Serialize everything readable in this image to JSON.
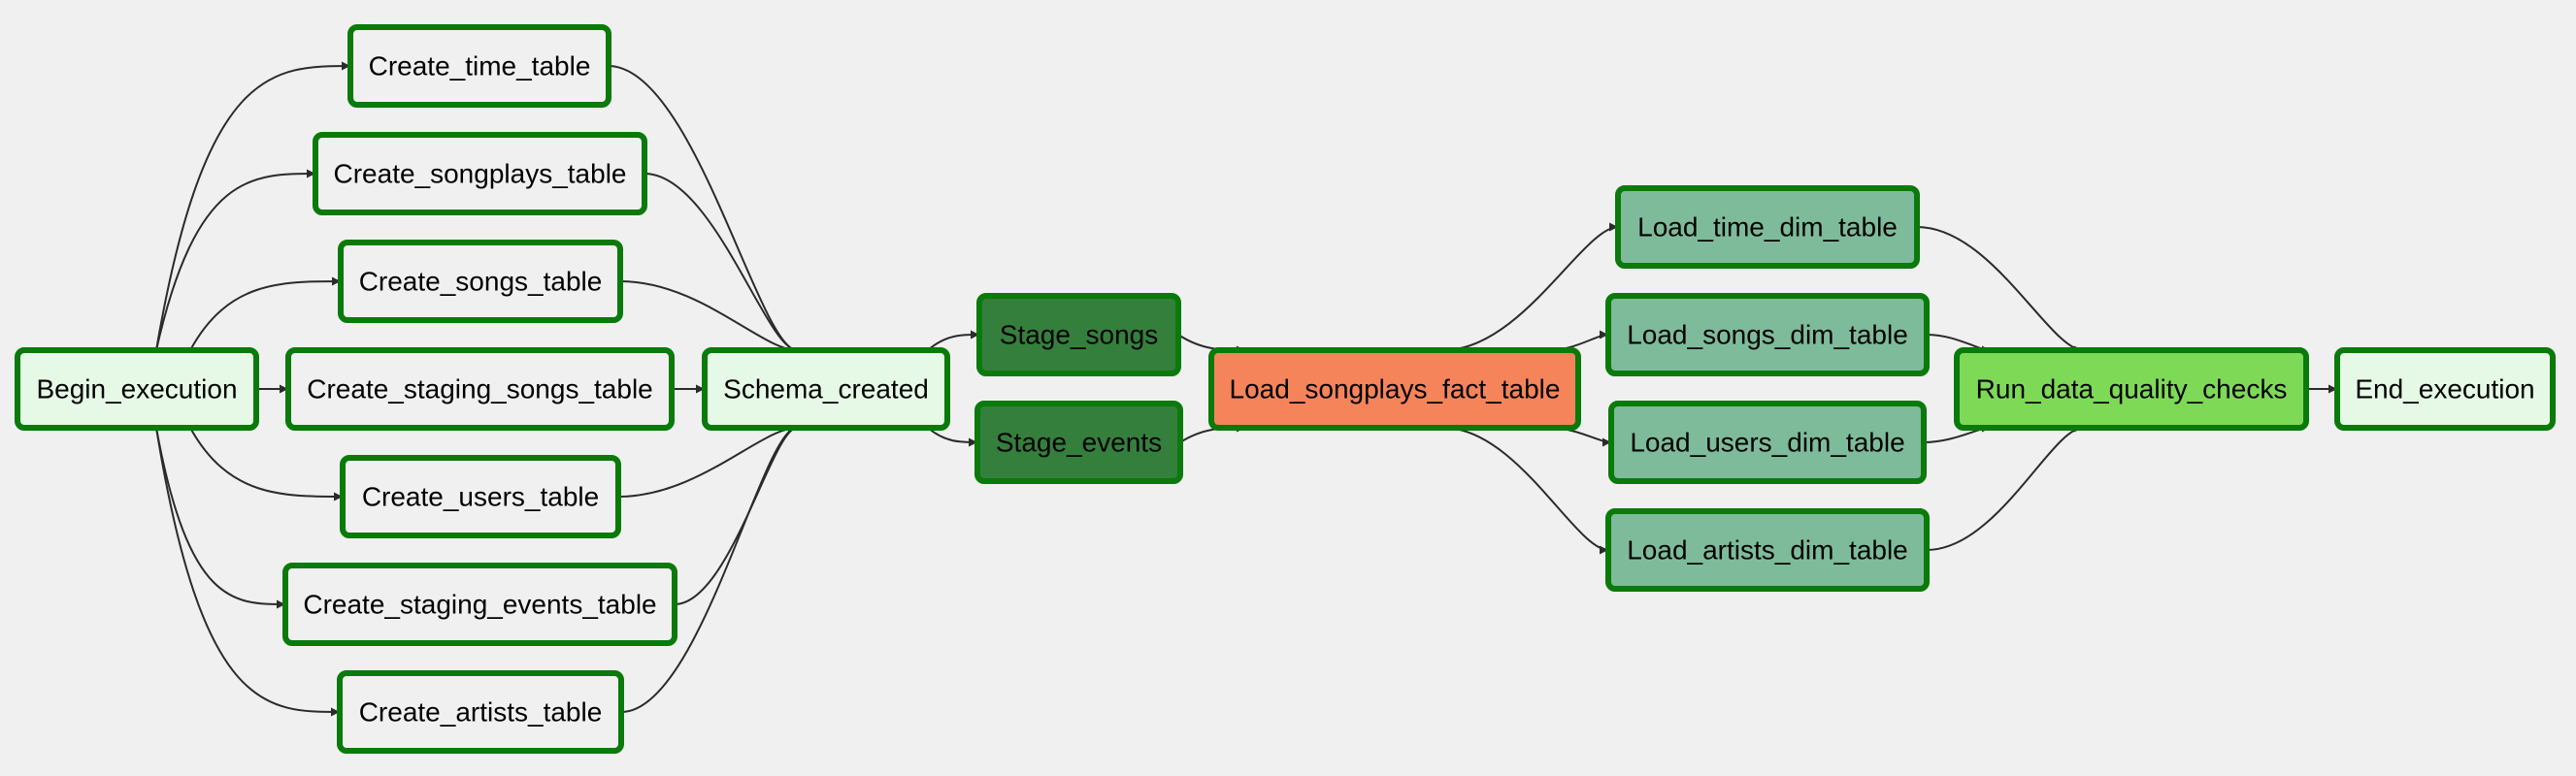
{
  "colors": {
    "background": "#f0f0f0",
    "border": "#0a7a0a",
    "edge": "#2b2b2b",
    "state_light": "#e6f9e6",
    "state_plain": "#f0f0f0",
    "state_dark_green": "#357f3d",
    "state_salmon": "#f5845a",
    "state_sea_green": "#7ebb9a",
    "state_lime": "#7ed957"
  },
  "nodes": [
    {
      "id": "begin_execution",
      "label": "Begin_execution",
      "fill": "#e6f9e6"
    },
    {
      "id": "create_time_table",
      "label": "Create_time_table",
      "fill": "#f0f0f0"
    },
    {
      "id": "create_songplays_table",
      "label": "Create_songplays_table",
      "fill": "#f0f0f0"
    },
    {
      "id": "create_songs_table",
      "label": "Create_songs_table",
      "fill": "#f0f0f0"
    },
    {
      "id": "create_staging_songs_table",
      "label": "Create_staging_songs_table",
      "fill": "#f0f0f0"
    },
    {
      "id": "create_users_table",
      "label": "Create_users_table",
      "fill": "#f0f0f0"
    },
    {
      "id": "create_staging_events_table",
      "label": "Create_staging_events_table",
      "fill": "#f0f0f0"
    },
    {
      "id": "create_artists_table",
      "label": "Create_artists_table",
      "fill": "#f0f0f0"
    },
    {
      "id": "schema_created",
      "label": "Schema_created",
      "fill": "#e6f9e6"
    },
    {
      "id": "stage_songs",
      "label": "Stage_songs",
      "fill": "#357f3d"
    },
    {
      "id": "stage_events",
      "label": "Stage_events",
      "fill": "#357f3d"
    },
    {
      "id": "load_songplays_fact_table",
      "label": "Load_songplays_fact_table",
      "fill": "#f5845a"
    },
    {
      "id": "load_time_dim_table",
      "label": "Load_time_dim_table",
      "fill": "#7ebb9a"
    },
    {
      "id": "load_songs_dim_table",
      "label": "Load_songs_dim_table",
      "fill": "#7ebb9a"
    },
    {
      "id": "load_users_dim_table",
      "label": "Load_users_dim_table",
      "fill": "#7ebb9a"
    },
    {
      "id": "load_artists_dim_table",
      "label": "Load_artists_dim_table",
      "fill": "#7ebb9a"
    },
    {
      "id": "run_data_quality_checks",
      "label": "Run_data_quality_checks",
      "fill": "#7ed957"
    },
    {
      "id": "end_execution",
      "label": "End_execution",
      "fill": "#e6f9e6"
    }
  ],
  "edges": [
    [
      "begin_execution",
      "create_time_table"
    ],
    [
      "begin_execution",
      "create_songplays_table"
    ],
    [
      "begin_execution",
      "create_songs_table"
    ],
    [
      "begin_execution",
      "create_staging_songs_table"
    ],
    [
      "begin_execution",
      "create_users_table"
    ],
    [
      "begin_execution",
      "create_staging_events_table"
    ],
    [
      "begin_execution",
      "create_artists_table"
    ],
    [
      "create_time_table",
      "schema_created"
    ],
    [
      "create_songplays_table",
      "schema_created"
    ],
    [
      "create_songs_table",
      "schema_created"
    ],
    [
      "create_staging_songs_table",
      "schema_created"
    ],
    [
      "create_users_table",
      "schema_created"
    ],
    [
      "create_staging_events_table",
      "schema_created"
    ],
    [
      "create_artists_table",
      "schema_created"
    ],
    [
      "schema_created",
      "stage_songs"
    ],
    [
      "schema_created",
      "stage_events"
    ],
    [
      "stage_songs",
      "load_songplays_fact_table"
    ],
    [
      "stage_events",
      "load_songplays_fact_table"
    ],
    [
      "load_songplays_fact_table",
      "load_time_dim_table"
    ],
    [
      "load_songplays_fact_table",
      "load_songs_dim_table"
    ],
    [
      "load_songplays_fact_table",
      "load_users_dim_table"
    ],
    [
      "load_songplays_fact_table",
      "load_artists_dim_table"
    ],
    [
      "load_time_dim_table",
      "run_data_quality_checks"
    ],
    [
      "load_songs_dim_table",
      "run_data_quality_checks"
    ],
    [
      "load_users_dim_table",
      "run_data_quality_checks"
    ],
    [
      "load_artists_dim_table",
      "run_data_quality_checks"
    ],
    [
      "run_data_quality_checks",
      "end_execution"
    ]
  ]
}
